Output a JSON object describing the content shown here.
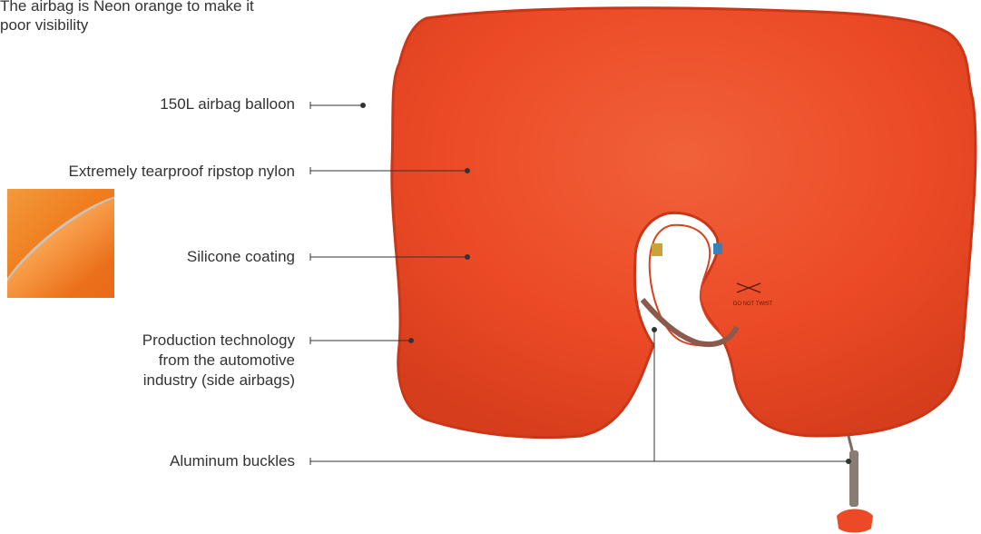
{
  "intro_text": "The airbag is Neon orange to make it\npoor visibility",
  "labels": {
    "balloon": "150L airbag balloon",
    "nylon": "Extremely tearproof ripstop nylon",
    "silicone": "Silicone coating",
    "production": "Production technology\nfrom the automotive\nindustry (side airbags)",
    "buckles": "Aluminum buckles"
  },
  "airbag_print": "DO NOT TWIST",
  "colors": {
    "airbag": "#ec4a26",
    "airbag_shadow": "#c93718",
    "line": "#333333"
  }
}
